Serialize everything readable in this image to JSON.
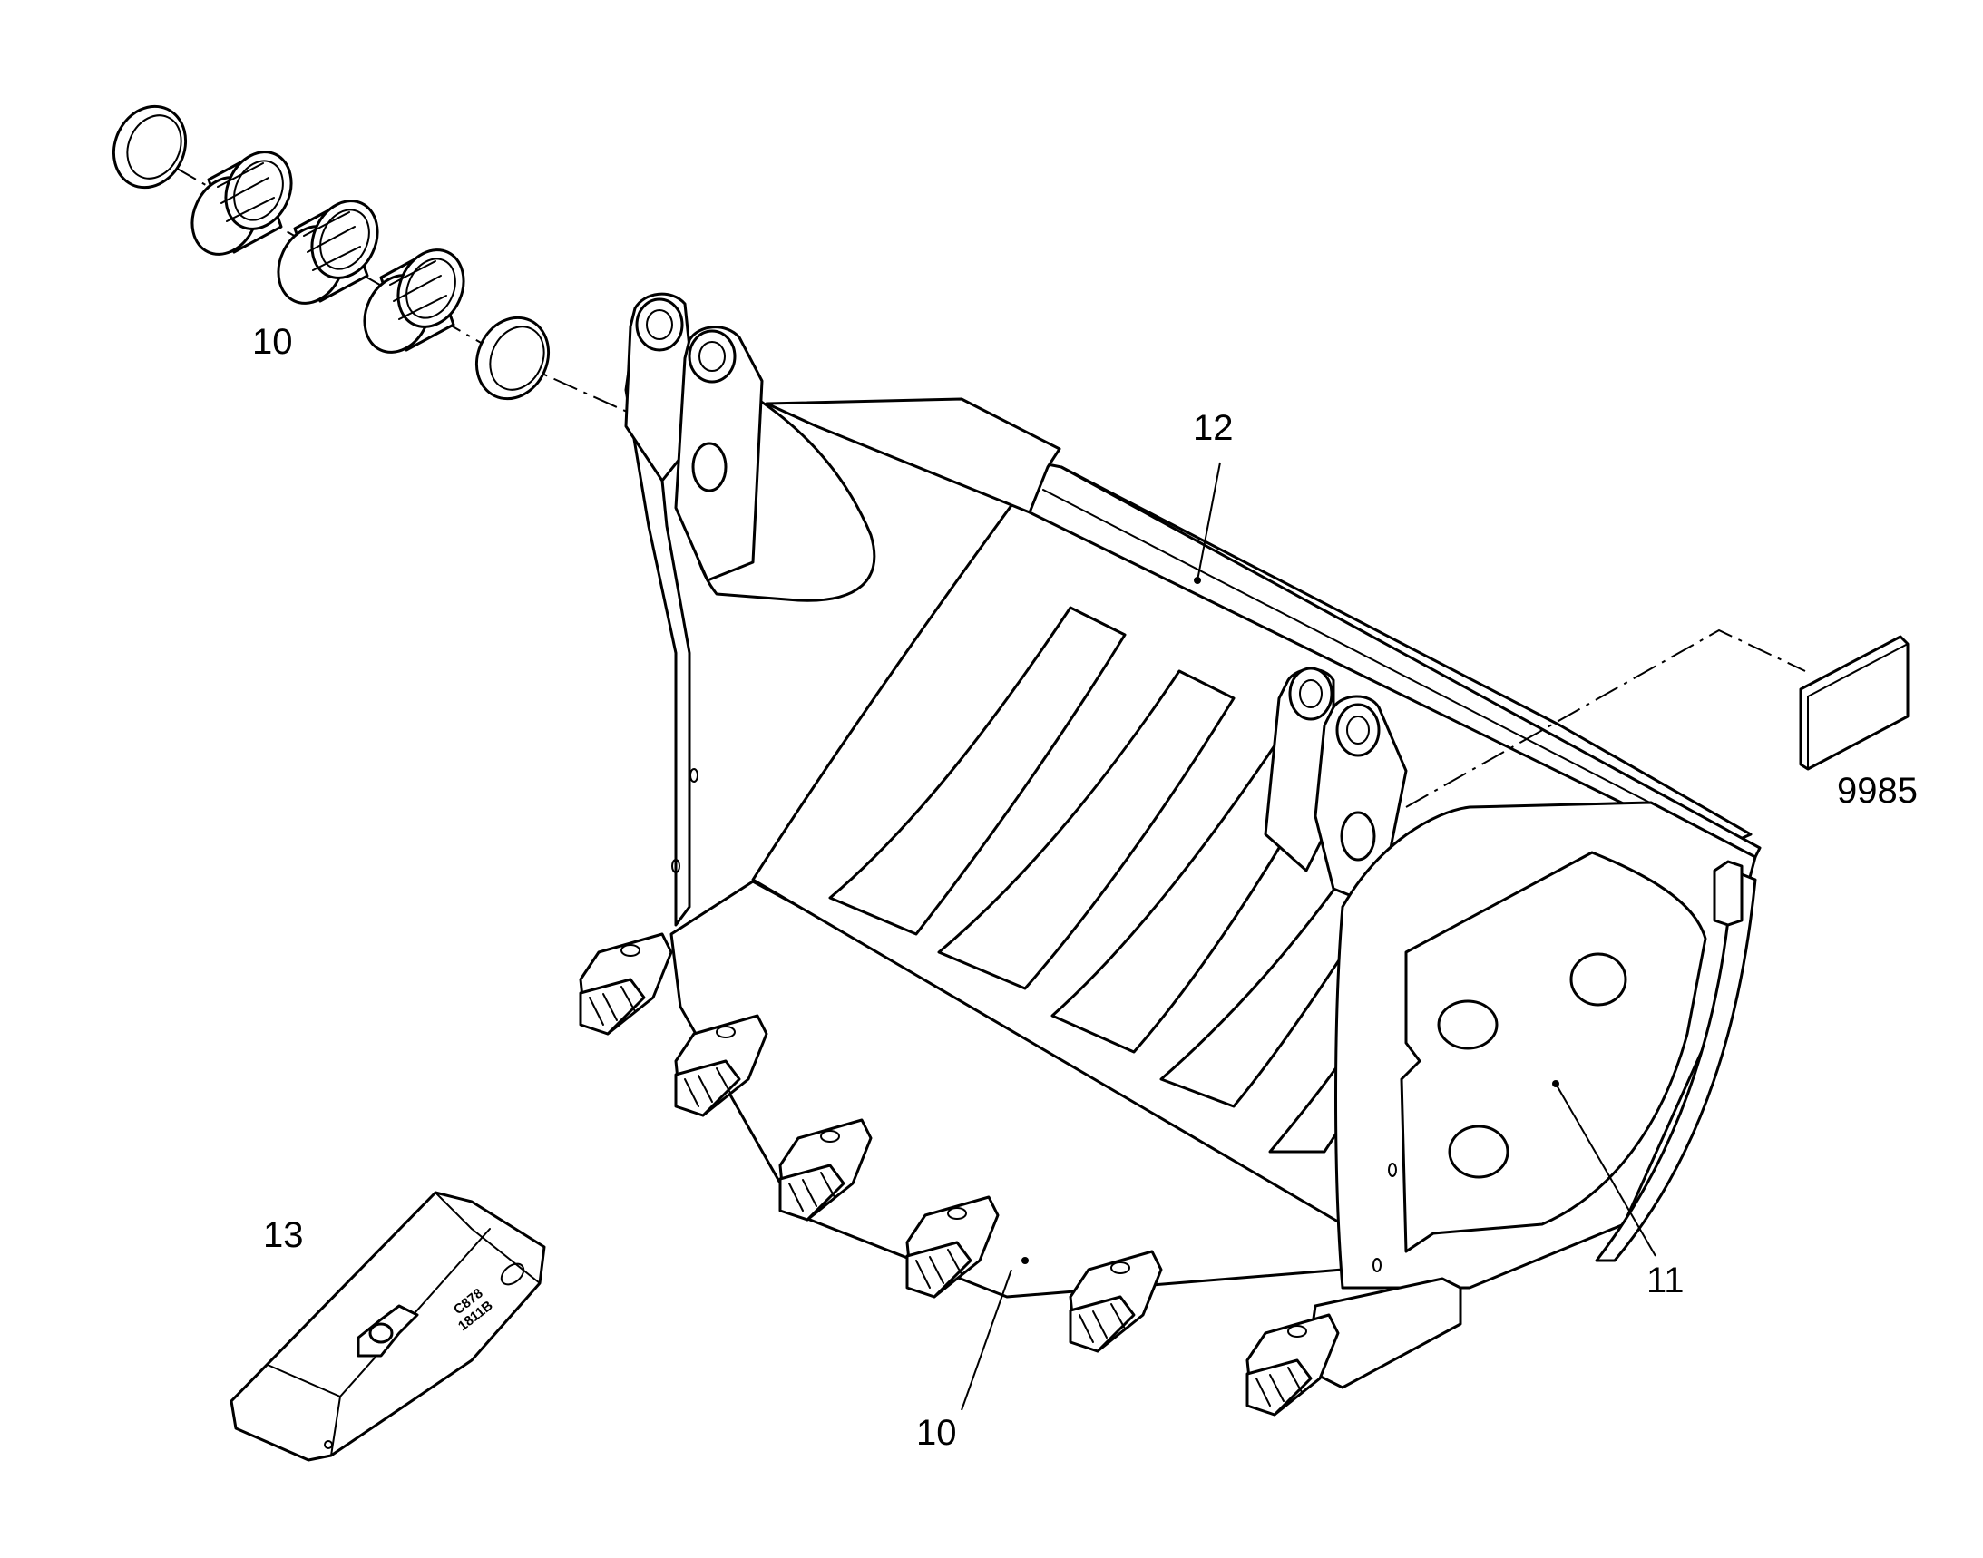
{
  "diagram": {
    "callouts": {
      "bushings": "10",
      "teeth": "10",
      "bucket": "12",
      "side_cutter": "11",
      "tooth_tip": "13",
      "decal": "9985"
    },
    "tooth_tip_stamp": {
      "line1": "C878",
      "line2": "1811B"
    }
  }
}
